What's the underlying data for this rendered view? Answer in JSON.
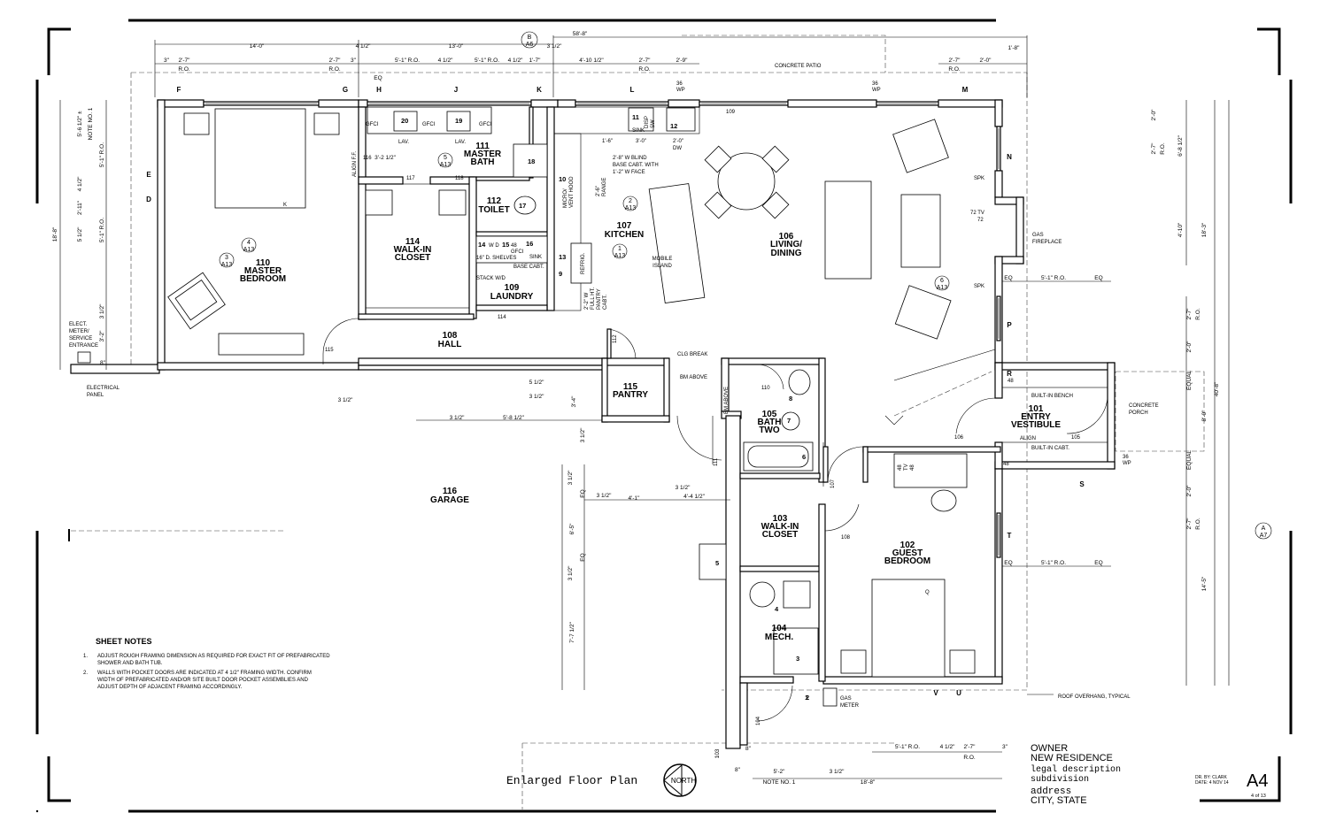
{
  "rooms": [
    {
      "num": "106",
      "name": [
        "LIVING/",
        "DINING"
      ]
    },
    {
      "num": "107",
      "name": [
        "KITCHEN"
      ]
    },
    {
      "num": "110",
      "name": [
        "MASTER",
        "BEDROOM"
      ]
    },
    {
      "num": "111",
      "name": [
        "MASTER",
        "BATH"
      ]
    },
    {
      "num": "112",
      "name": [
        "TOILET"
      ]
    },
    {
      "num": "114",
      "name": [
        "WALK-IN",
        "CLOSET"
      ]
    },
    {
      "num": "109",
      "name": [
        "LAUNDRY"
      ]
    },
    {
      "num": "108",
      "name": [
        "HALL"
      ]
    },
    {
      "num": "115",
      "name": [
        "PANTRY"
      ]
    },
    {
      "num": "105",
      "name": [
        "BATH",
        "TWO"
      ]
    },
    {
      "num": "101",
      "name": [
        "ENTRY",
        "VESTIBULE"
      ]
    },
    {
      "num": "116",
      "name": [
        "GARAGE"
      ]
    },
    {
      "num": "103",
      "name": [
        "WALK-IN",
        "CLOSET"
      ]
    },
    {
      "num": "102",
      "name": [
        "GUEST",
        "BEDROOM"
      ]
    },
    {
      "num": "104",
      "name": [
        "MECH."
      ]
    }
  ],
  "grid_marks": [
    "F",
    "G",
    "H",
    "J",
    "K",
    "L",
    "M",
    "E",
    "D",
    "N",
    "P",
    "R",
    "S",
    "T",
    "V",
    "U"
  ],
  "top_dims": [
    "14'-0\"",
    "4 1/2\"",
    "13'-0\"",
    "3 1/2\"",
    "58'-8\"",
    "1'-8\""
  ],
  "top_sub_dims": [
    "3\"",
    "2'-7\"",
    "R.O.",
    "2'-7\"",
    "R.O.",
    "3\"",
    "EQ",
    "5'-1\" R.O.",
    "4 1/2\"",
    "5'-1\" R.O.",
    "4 1/2\"",
    "1'-7\"",
    "4'-10 1/2\"",
    "2'-7\"",
    "R.O.",
    "2'-9\"",
    "2'-7\"",
    "R.O.",
    "2'-0\""
  ],
  "left_dims": [
    "18'-8\"",
    "5'-6 1/2\" ±",
    "NOTE NO. 1",
    "5'-1\" R.O.",
    "4 1/2\"",
    "2'-11\"",
    "5'-1\" R.O.",
    "5 1/2\"",
    "3 1/2\"",
    "3'-2\"",
    "8\""
  ],
  "right_dims": [
    "2'-0\"",
    "2'-7\"",
    "R.O.",
    "6'-8 1/2\"",
    "4'-10\"",
    "18'-3\"",
    "2'-7\"",
    "R.O.",
    "2'-0\"",
    "EQUAL",
    "40'-8\"",
    "8'-0\"",
    "EQUAL",
    "2'-0\"",
    "2'-7\"",
    "R.O.",
    "14'-5\""
  ],
  "bottom_dims": [
    "5'-1\" R.O.",
    "4 1/2\"",
    "2'-7\"",
    "R.O.",
    "3\"",
    "8\"",
    "5'-2\"",
    "3 1/2\"",
    "NOTE NO. 1",
    "18'-8\"",
    "8\"",
    "103"
  ],
  "mid_dims": [
    "3'-2 1/2\"",
    "5 1/2\"",
    "3 1/2\"",
    "3 1/2\"",
    "3 1/2\"",
    "5'-8 1/2\"",
    "3'-4\"",
    "3 1/2\"",
    "3 1/2\"",
    "EQ",
    "3 1/2\"",
    "4'-1\"",
    "3 1/2\"",
    "4'-4 1/2\"",
    "6'-5\"",
    "EQ",
    "3 1/2\"",
    "7'-7 1/2\"",
    "5'-1\" R.O.",
    "EQ",
    "5'-1\" R.O.",
    "EQ",
    "EQ",
    "EQ"
  ],
  "labels": {
    "concrete_patio": "CONCRETE PATIO",
    "gas_fireplace": [
      "GAS",
      "FIREPLACE"
    ],
    "mobile_island": [
      "MOBILE",
      "ISLAND"
    ],
    "concrete_porch": [
      "CONCRETE",
      "PORCH"
    ],
    "built_in_bench": "BUILT-IN BENCH",
    "built_in_cabt": "BUILT-IN CABT.",
    "align": "ALIGN",
    "align_ff": "ALIGN F.F.",
    "clg_break": "CLG BREAK",
    "bm_above": "BM ABOVE",
    "bm_above_v": "BM ABOVE",
    "elect_meter": [
      "ELECT.",
      "METER/",
      "SERVICE",
      "ENTRANCE"
    ],
    "electrical_panel": [
      "ELECTRICAL",
      "PANEL"
    ],
    "gas_meter": [
      "GAS",
      "METER"
    ],
    "roof_overhang": "ROOF OVERHANG, TYPICAL",
    "shelves": "16\" D. SHELVES",
    "stack_wd": "STACK W/D",
    "base_cabt": "BASE CABT.",
    "refrig": "REFRIG.",
    "pantry_cabt": [
      "2'-2\" W",
      "FULL HT.",
      "PANTRY",
      "CABT."
    ],
    "microvent": [
      "MICRO/",
      "VENT HOOD"
    ],
    "range": [
      "2'-6\"",
      "RANGE"
    ],
    "blind_base": [
      "2'-8\" W BLIND",
      "BASE CABT. WITH",
      "1'-2\" W FACE"
    ],
    "kitchen_dims": [
      "1'-6\"",
      "3'-0\"",
      "2'-0\"",
      "DW"
    ],
    "sink": "SINK",
    "disp_sw": [
      "DISP",
      "SW"
    ],
    "lav": "LAV.",
    "gfci": "GFCI",
    "wd": "W D",
    "gfci48": [
      "48",
      "GFCI"
    ],
    "spk": "SPK",
    "tv": "72 TV",
    "tv72": "72",
    "wp": [
      "36",
      "WP"
    ],
    "k": "K",
    "q": "Q",
    "n48": "48",
    "tv48": [
      "48",
      "TV",
      "48"
    ],
    "wp36": [
      "36",
      "WP"
    ]
  },
  "fixture_tags": [
    "20",
    "19",
    "18",
    "17",
    "14",
    "15",
    "16",
    "10",
    "9",
    "11",
    "12",
    "8",
    "7",
    "6",
    "5",
    "4",
    "3",
    "2",
    "1",
    "13"
  ],
  "door_tags": [
    "115",
    "117",
    "118",
    "116",
    "114",
    "112",
    "110",
    "111",
    "106",
    "105",
    "107",
    "108",
    "104",
    "109"
  ],
  "section_markers": [
    {
      "top": "5",
      "bot": "A13"
    },
    {
      "top": "4",
      "bot": "A13"
    },
    {
      "top": "3",
      "bot": "A13"
    },
    {
      "top": "2",
      "bot": "A13"
    },
    {
      "top": "1",
      "bot": "A13"
    },
    {
      "top": "6",
      "bot": "A13"
    },
    {
      "top": "B",
      "bot": "A6"
    },
    {
      "top": "A",
      "bot": "A7"
    }
  ],
  "sheet_notes": {
    "title": "SHEET NOTES",
    "items": [
      [
        "1.",
        "ADJUST ROUGH FRAMING DIMENSION AS REQUIRED FOR EXACT FIT OF PREFABRICATED",
        "SHOWER AND BATH TUB."
      ],
      [
        "2.",
        "WALLS WITH POCKET DOORS ARE INDICATED AT 4 1/2\" FRAMING WIDTH.  CONFIRM",
        "WIDTH OF PREFABRICATED AND/OR SITE BUILT DOOR POCKET ASSEMBLIES AND",
        "ADJUST DEPTH OF ADJACENT FRAMING ACCORDINGLY."
      ]
    ]
  },
  "title_block": {
    "plan_title": "Enlarged Floor Plan",
    "north": "NORTH",
    "owner": "OWNER",
    "project": "NEW RESIDENCE",
    "legal": "legal description",
    "subdivision": "subdivision",
    "address": "address",
    "city": "CITY, STATE",
    "drawn_by": "DR. BY: CLARK",
    "date": "DATE: 4 NOV 14",
    "sheet": "A4",
    "sheet_of": "4  of 13"
  },
  "colors": {
    "ink": "#000000",
    "paper": "#ffffff",
    "wall_fill": "#ffffff"
  }
}
